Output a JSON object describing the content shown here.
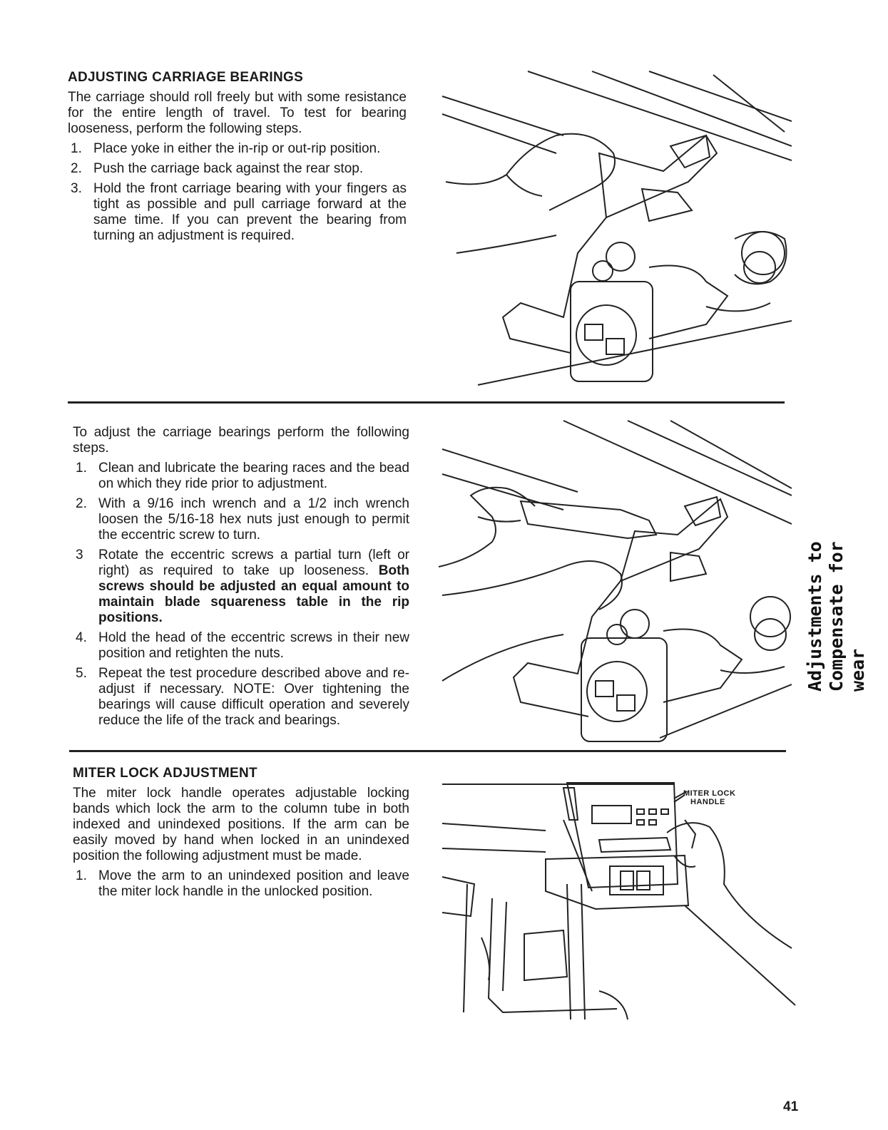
{
  "section1": {
    "heading": "ADJUSTING CARRIAGE BEARINGS",
    "intro": "The carriage should roll freely but with some resistance for the entire length of travel. To test for bearing looseness, perform the following steps.",
    "steps": [
      {
        "num": "1.",
        "text": "Place yoke in either the in-rip or out-rip position."
      },
      {
        "num": "2.",
        "text": "Push the carriage back against the rear stop."
      },
      {
        "num": "3.",
        "text": "Hold the front carriage bearing with your fingers as tight as possible and pull carriage forward at the same time. If you can prevent the bearing from turning an adjustment is required."
      }
    ]
  },
  "section2": {
    "intro": "To adjust the carriage bearings perform the following steps.",
    "steps": [
      {
        "num": "1.",
        "text": "Clean and lubricate the bearing races and the bead on which they ride prior to adjustment."
      },
      {
        "num": "2.",
        "text": "With a 9/16 inch wrench and a 1/2 inch wrench loosen the 5/16-18 hex nuts just enough to permit the eccentric screw to turn."
      },
      {
        "num": "3",
        "text": "Rotate the eccentric screws a partial turn (left or right) as required to take up looseness.",
        "bold": "Both screws should be adjusted an equal amount to maintain blade squareness table in the rip positions."
      },
      {
        "num": "4.",
        "text": "Hold the head of the eccentric screws in their new position and retighten the nuts."
      },
      {
        "num": "5.",
        "text": "Repeat the test procedure described above and re-adjust if necessary. NOTE: Over tightening the bearings will cause difficult operation and severely reduce the life of the track and bearings."
      }
    ]
  },
  "section3": {
    "heading": "MITER LOCK ADJUSTMENT",
    "intro": "The miter lock handle operates adjustable locking bands which lock the arm to the column tube in both indexed and unindexed positions. If the arm can be easily moved by hand when locked in an unindexed position the following adjustment must be made.",
    "steps": [
      {
        "num": "1.",
        "text": "Move the arm to an unindexed position and leave the miter lock handle in the unlocked position."
      }
    ],
    "callout_line1": "MITER LOCK",
    "callout_line2": "HANDLE"
  },
  "side_tab": {
    "line1": "Adjustments to",
    "line2": "Compensate for wear"
  },
  "page_number": "41"
}
